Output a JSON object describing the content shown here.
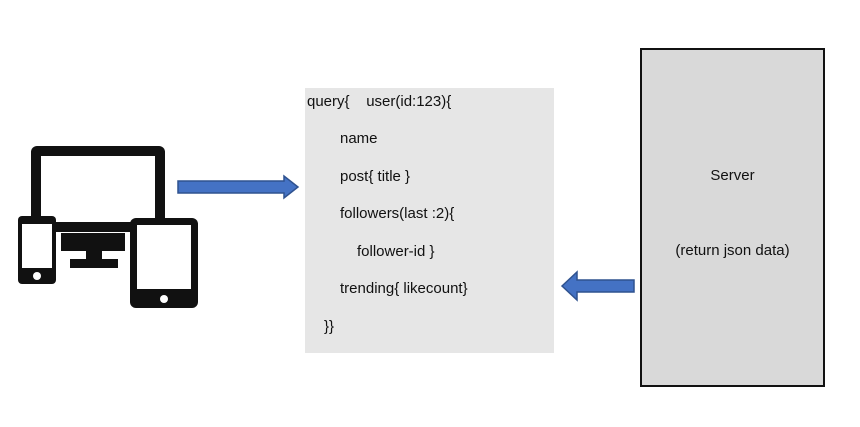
{
  "colors": {
    "arrow_fill": "#4472c4",
    "arrow_stroke": "#2f528f",
    "query_bg": "#e6e6e6",
    "server_bg": "#d9d9d9",
    "icon": "#111111"
  },
  "client": {
    "icon": "devices-icon"
  },
  "query": {
    "lines": [
      "query{    user(id:123){",
      "name",
      "post{ title }",
      "followers(last :2){",
      "follower-id }",
      "trending{ likecount}",
      "}}"
    ]
  },
  "server": {
    "title": "Server",
    "subtitle": "(return json data)"
  }
}
